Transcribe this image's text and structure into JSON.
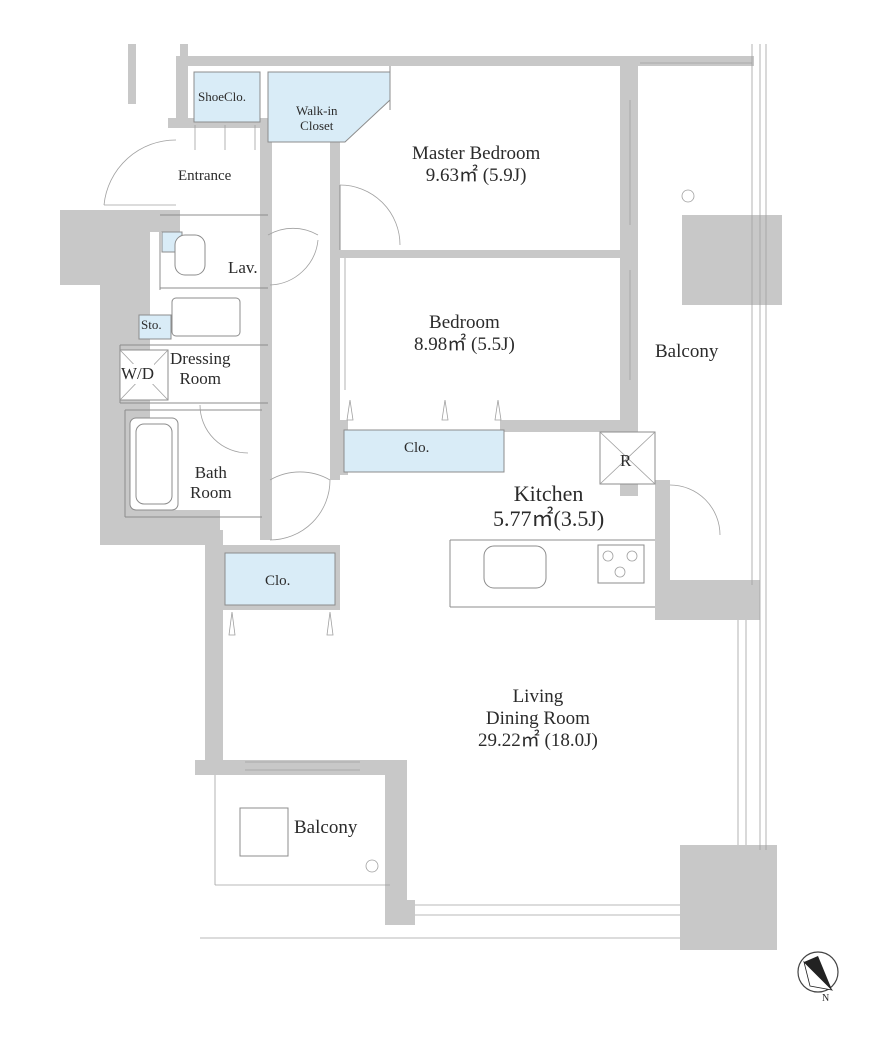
{
  "rooms": {
    "master_bedroom": {
      "name": "Master Bedroom",
      "area": "9.63㎡ (5.9J)"
    },
    "bedroom": {
      "name": "Bedroom",
      "area": "8.98㎡ (5.5J)"
    },
    "kitchen": {
      "name": "Kitchen",
      "area": "5.77㎡(3.5J)"
    },
    "living": {
      "name_line1": "Living",
      "name_line2": "Dining Room",
      "area": "29.22㎡ (18.0J)"
    },
    "balcony_east": {
      "name": "Balcony"
    },
    "balcony_south": {
      "name": "Balcony"
    },
    "entrance": {
      "name": "Entrance"
    },
    "shoe_closet": {
      "name": "ShoeClo."
    },
    "walk_in_closet": {
      "line1": "Walk-in",
      "line2": "Closet"
    },
    "lavatory": {
      "name": "Lav."
    },
    "storage": {
      "name": "Sto."
    },
    "washer_dryer": {
      "name": "W/D"
    },
    "dressing_room": {
      "line1": "Dressing",
      "line2": "Room"
    },
    "bath_room": {
      "line1": "Bath",
      "line2": "Room"
    },
    "closet_bedroom": {
      "name": "Clo."
    },
    "closet_living": {
      "name": "Clo."
    },
    "refrigerator": {
      "name": "R"
    }
  },
  "compass": {
    "label": "N"
  },
  "colors": {
    "wall": "#c8c8c8",
    "closet": "#d9ecf7",
    "line": "#8c8c8c",
    "text": "#2b2b2b"
  }
}
